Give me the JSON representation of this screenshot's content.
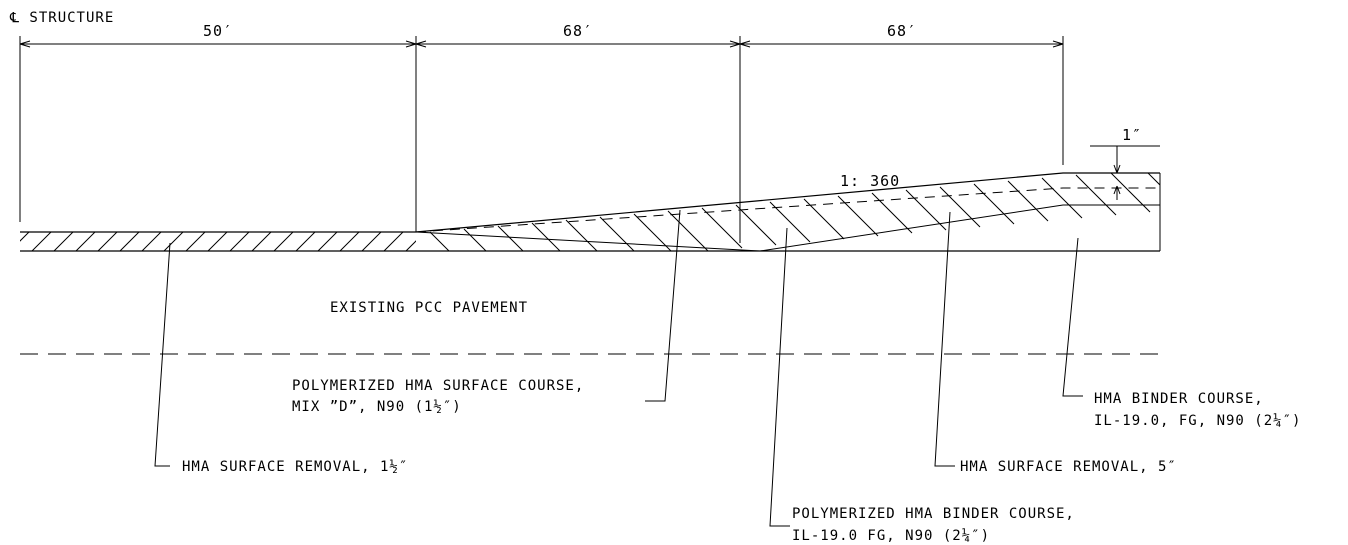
{
  "header": {
    "structure_label": "℄ STRUCTURE"
  },
  "dimensions": {
    "segment_1": "50′",
    "segment_2": "68′",
    "segment_3": "68′",
    "overlay_thickness": "1″"
  },
  "slope": {
    "label": "1: 360"
  },
  "pavement": {
    "label": "EXISTING PCC PAVEMENT"
  },
  "callouts": {
    "surface_course_line1": "POLYMERIZED HMA SURFACE COURSE,",
    "surface_course_line2": "MIX ”D”, N90 (1½″)",
    "removal_left": "HMA SURFACE REMOVAL, 1½″",
    "binder_course_line1": "HMA BINDER COURSE,",
    "binder_course_line2": "IL-19.0, FG, N90 (2¼″)",
    "removal_right": "HMA SURFACE REMOVAL, 5″",
    "poly_binder_line1": "POLYMERIZED HMA BINDER COURSE,",
    "poly_binder_line2": "IL-19.0 FG, N90 (2¼″)"
  }
}
